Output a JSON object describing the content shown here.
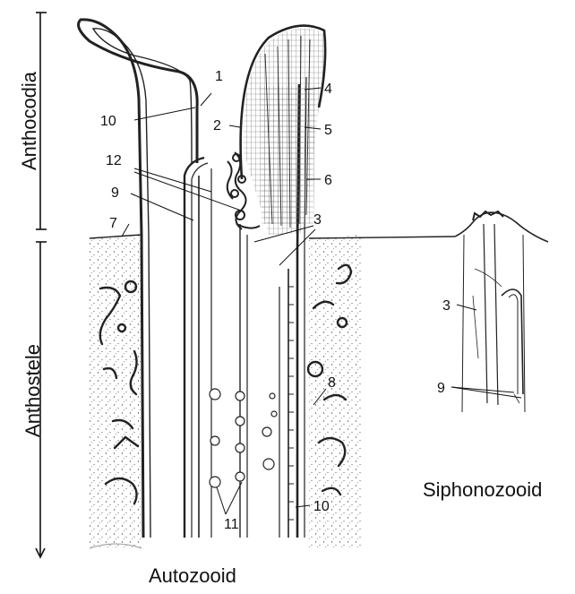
{
  "section_labels": {
    "anthocodia": "Anthocodia",
    "anthostele": "Anthostele"
  },
  "zooid_labels": {
    "autozooid": "Autozooid",
    "siphonozooid": "Siphonozooid"
  },
  "numbers": {
    "n1": "1",
    "n2": "2",
    "n3a": "3",
    "n3b": "3",
    "n4": "4",
    "n5": "5",
    "n6": "6",
    "n7": "7",
    "n8": "8",
    "n9a": "9",
    "n9b": "9",
    "n10a": "10",
    "n10b": "10",
    "n11": "11",
    "n12": "12"
  }
}
